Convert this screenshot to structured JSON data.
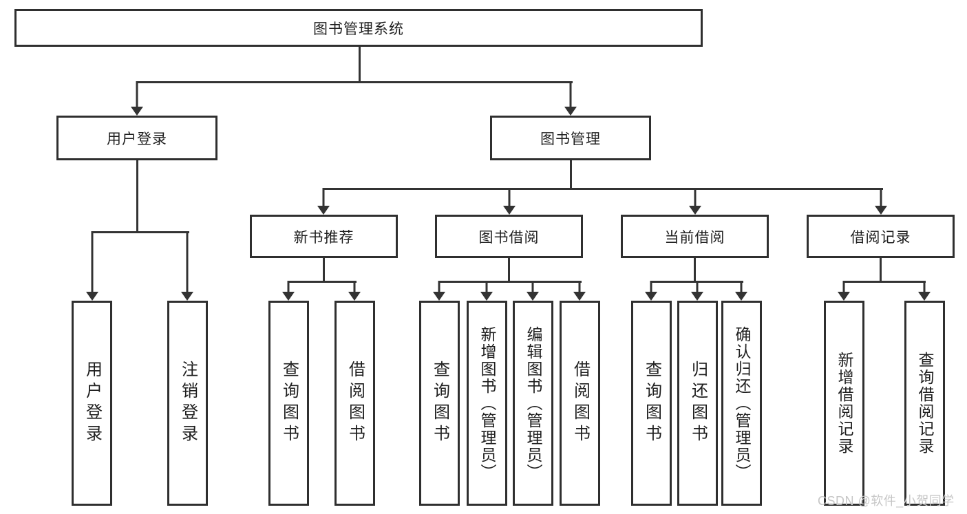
{
  "diagram": {
    "title": "图书管理系统",
    "root": {
      "label": "图书管理系统"
    },
    "level2": [
      {
        "label": "用户登录"
      },
      {
        "label": "图书管理"
      }
    ],
    "level3": [
      {
        "label": "新书推荐"
      },
      {
        "label": "图书借阅"
      },
      {
        "label": "当前借阅"
      },
      {
        "label": "借阅记录"
      }
    ],
    "leaves": [
      {
        "label": "用户登录",
        "parent": "用户登录"
      },
      {
        "label": "注销登录",
        "parent": "用户登录"
      },
      {
        "label": "查询图书",
        "parent": "新书推荐"
      },
      {
        "label": "借阅图书",
        "parent": "新书推荐"
      },
      {
        "label": "查询图书",
        "parent": "图书借阅"
      },
      {
        "label": "新增图书（管理员）",
        "parent": "图书借阅"
      },
      {
        "label": "编辑图书（管理员）",
        "parent": "图书借阅"
      },
      {
        "label": "借阅图书",
        "parent": "图书借阅"
      },
      {
        "label": "查询图书",
        "parent": "当前借阅"
      },
      {
        "label": "归还图书",
        "parent": "当前借阅"
      },
      {
        "label": "确认归还（管理员）",
        "parent": "当前借阅"
      },
      {
        "label": "新增借阅记录",
        "parent": "借阅记录"
      },
      {
        "label": "查询借阅记录",
        "parent": "借阅记录"
      }
    ],
    "watermark": "CSDN @软件_小贺同学",
    "colors": {
      "line": "#333333",
      "box_border": "#2f2f2f",
      "text": "#1f1f1f",
      "watermark": "#c6c6c6",
      "background": "#ffffff"
    }
  }
}
